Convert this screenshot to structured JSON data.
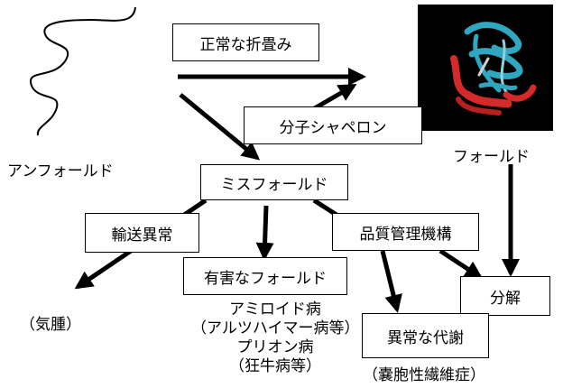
{
  "labels": {
    "unfolded": "アンフォールド",
    "folded": "フォールド",
    "normal_folding": "正常な折畳み",
    "chaperone": "分子シャペロン",
    "misfold": "ミスフォールド",
    "transport_abnormal": "輸送異常",
    "quality_control": "品質管理機構",
    "toxic_fold": "有害なフォールド",
    "degradation": "分解",
    "abnormal_metabolism": "異常な代謝",
    "emphysema": "（気腫）",
    "amyloid_disease": "アミロイド病",
    "amyloid_examples": "（アルツハイマー病等）",
    "prion_disease": "プリオン病",
    "prion_examples": "（狂牛病等）",
    "cystic_fibrosis": "（嚢胞性繊維症）"
  },
  "colors": {
    "protein_bg": "#000000",
    "helix": "#2fa7c0",
    "sheet": "#d42a2a"
  },
  "icons": {
    "unfolded_chain": "wavy-line",
    "folded_protein": "ribbon-structure"
  }
}
